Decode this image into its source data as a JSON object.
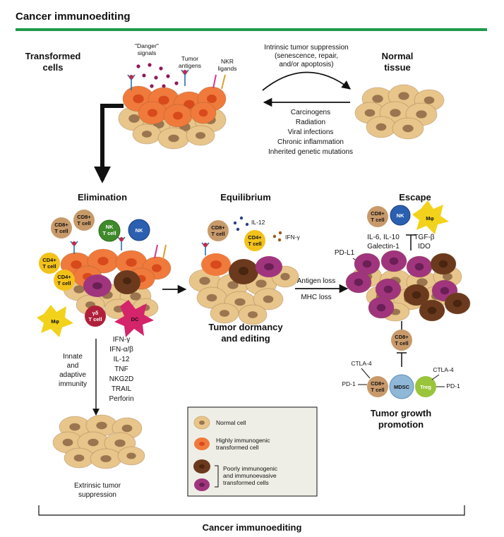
{
  "title": "Cancer immunoediting",
  "transformed": {
    "label_line1": "Transformed",
    "label_line2": "cells",
    "danger_line1": "\"Danger\"",
    "danger_line2": "signals",
    "antigens_line1": "Tumor",
    "antigens_line2": "antigens",
    "nkr_line1": "NKR",
    "nkr_line2": "ligands"
  },
  "normal_tissue": {
    "line1": "Normal",
    "line2": "tissue"
  },
  "intrinsic": [
    "Intrinsic tumor suppression",
    "(senescence, repair,",
    "and/or apoptosis)"
  ],
  "causes": [
    "Carcinogens",
    "Radiation",
    "Viral infections",
    "Chronic inflammation",
    "Inherited genetic mutations"
  ],
  "elimination": {
    "label": "Elimination",
    "cells": {
      "cd8": [
        "CD8+",
        "T cell"
      ],
      "nk_t": [
        "NK",
        "T cell"
      ],
      "nk": "NK",
      "cd4": [
        "CD4+",
        "T cell"
      ],
      "mphi": "Mφ",
      "gd": [
        "γδ",
        "T cell"
      ],
      "dc": "DC"
    },
    "mediators": [
      "IFN-γ",
      "IFN-α/β",
      "IL-12",
      "TNF",
      "NKG2D",
      "TRAIL",
      "Perforin"
    ],
    "immunity": [
      "Innate",
      "and",
      "adaptive",
      "immunity"
    ],
    "extrinsic": [
      "Extrinsic tumor",
      "suppression"
    ]
  },
  "equilibrium": {
    "label": "Equilibrium",
    "il12": "IL-12",
    "ifn": "IFN-γ",
    "cd8": [
      "CD8+",
      "T cell"
    ],
    "cd4": [
      "CD4+",
      "T cell"
    ],
    "dormancy": [
      "Tumor dormancy",
      "and editing"
    ]
  },
  "transition": {
    "antigen_loss": "Antigen loss",
    "mhc_loss": "MHC loss"
  },
  "escape": {
    "label": "Escape",
    "cd8": [
      "CD8+",
      "T cell"
    ],
    "nk": "NK",
    "mphi": "Mφ",
    "il6": "IL-6, IL-10",
    "galectin": "Galectin-1",
    "tgf": "TGF-β",
    "ido": "IDO",
    "pdl1": "PD-L1",
    "ctla4_left": "CTLA-4",
    "pd1_left": "PD-1",
    "mdsc": "MDSC",
    "treg": "Treg",
    "ctla4_right": "CTLA-4",
    "pd1_right": "PD-1",
    "promotion": [
      "Tumor growth",
      "promotion"
    ]
  },
  "legend": {
    "normal": "Normal cell",
    "high": [
      "Highly immunogenic",
      "transformed cell"
    ],
    "poor": [
      "Poorly immunogenic",
      "and immunoevasive",
      "transformed cells"
    ]
  },
  "footer": "Cancer immunoediting",
  "colors": {
    "green_rule": "#1f9a4a",
    "normal_cell": "#e8c58a",
    "normal_nucleus": "#9a7550",
    "high_cell": "#f07a3c",
    "high_nucleus": "#d84a1c",
    "brown_cell": "#6b3a1e",
    "purple_cell": "#a0357e",
    "t_cell": "#c89a6a",
    "nk_t_cell": "#3f8a2a",
    "nk_cell": "#2b5fb0",
    "cd4_cell": "#f3c21a",
    "macrophage": "#f2d21a",
    "dc": "#d4246a",
    "mdsc": "#8fb7d8",
    "treg": "#9ac43a",
    "legend_bg": "#efeee6"
  }
}
